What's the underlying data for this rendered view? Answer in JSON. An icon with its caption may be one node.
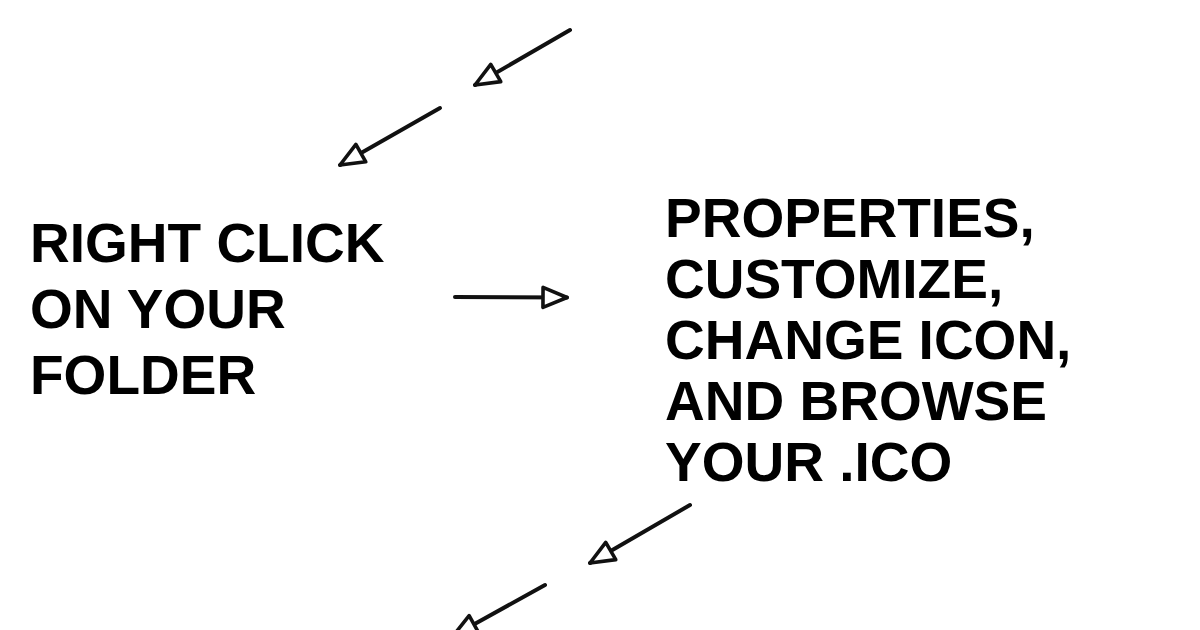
{
  "diagram": {
    "nodes": [
      {
        "text": [
          "RIGHT CLICK ON YOUR FOLDER"
        ]
      },
      {
        "text": [
          "PROPERTIES, CUSTOMIZE, CHANGE ICON, AND BROWSE YOUR .ICO"
        ]
      }
    ],
    "edges": [
      {
        "from": null,
        "to": 0,
        "arrow": "to"
      },
      {
        "from": 0,
        "to": 1,
        "arrow": "to"
      },
      {
        "from": 1,
        "to": null,
        "arrow": "to"
      }
    ]
  }
}
